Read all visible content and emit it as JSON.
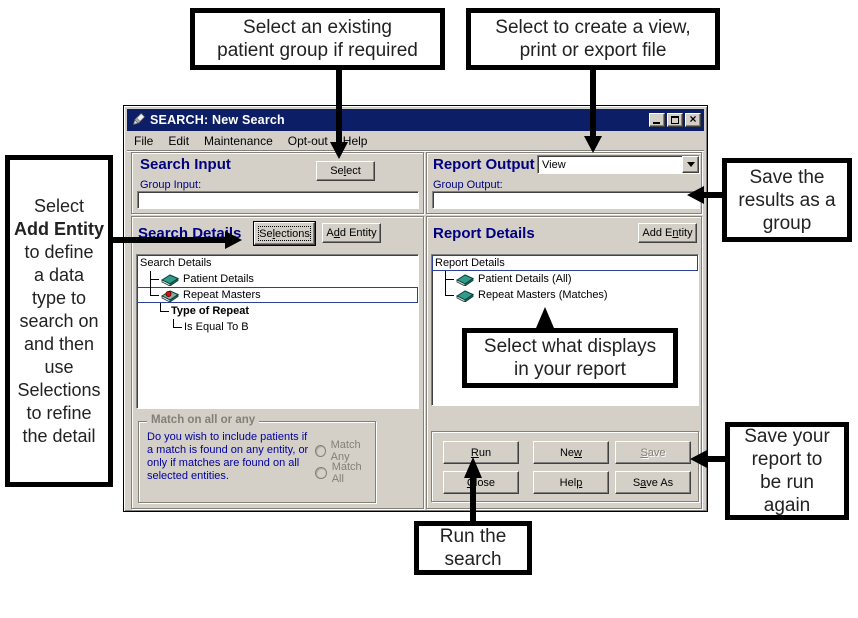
{
  "callouts": {
    "existing_group": {
      "line1": "Select an existing",
      "line2": "patient group if required"
    },
    "create_view": {
      "line1": "Select to create a view,",
      "line2": "print or export file"
    },
    "add_entity": {
      "line1": "Select",
      "bold": "Add Entity",
      "rest": [
        "to define",
        "a data",
        "type to",
        "search on",
        "and then",
        "use",
        "Selections",
        "to refine",
        "the detail"
      ]
    },
    "save_results": {
      "line1": "Save the",
      "line2": "results as a",
      "line3": "group"
    },
    "select_displays": {
      "line1": "Select what displays",
      "line2": "in your report"
    },
    "save_report": {
      "line1": "Save your",
      "line2": "report to",
      "line3": "be run",
      "line4": "again"
    },
    "run_search": {
      "line1": "Run the",
      "line2": "search"
    }
  },
  "window": {
    "title": "SEARCH: New Search",
    "icon": "pen-icon",
    "controls": {
      "minimize": "minimize",
      "maximize": "maximize",
      "close": "×"
    },
    "menu": [
      "File",
      "Edit",
      "Maintenance",
      "Opt-out",
      "Help"
    ]
  },
  "search_input": {
    "header": "Search Input",
    "group_input_label": "Group Input:",
    "group_input_value": "",
    "select_button": {
      "pre": "Se",
      "key": "l",
      "post": "ect"
    }
  },
  "report_output": {
    "header": "Report Output",
    "output_type_value": "View",
    "group_output_label": "Group Output:",
    "group_output_value": ""
  },
  "search_details": {
    "header": "Search Details",
    "selections_button": {
      "pre": "Se",
      "key": "l",
      "post": "ections"
    },
    "add_entity_button": {
      "pre": "A",
      "key": "d",
      "post": "d Entity"
    },
    "tree": {
      "root": "Search Details",
      "items": [
        {
          "label": "Patient Details",
          "icon": "book-icon"
        },
        {
          "label": "Repeat Masters",
          "icon": "book-red-dot-icon",
          "selected": true
        },
        {
          "label": "Type of Repeat",
          "bold": true
        },
        {
          "label": "Is Equal To B"
        }
      ]
    },
    "match_group": {
      "title": "Match on all or any",
      "description": "Do you wish to include patients if a match is found on any entity, or only if matches are found on all selected entities.",
      "radio_any": "Match Any",
      "radio_all": "Match All"
    }
  },
  "report_details": {
    "header": "Report Details",
    "add_entity_button": {
      "pre": "Add E",
      "key": "n",
      "post": "tity"
    },
    "tree": {
      "root": "Report Details",
      "root_selected": true,
      "items": [
        {
          "label": "Patient Details (All)",
          "icon": "book-icon"
        },
        {
          "label": "Repeat Masters (Matches)",
          "icon": "book-icon"
        }
      ]
    },
    "buttons": {
      "run": {
        "pre": "",
        "key": "R",
        "post": "un"
      },
      "new": {
        "pre": "Ne",
        "key": "w",
        "post": ""
      },
      "save": {
        "pre": "",
        "key": "S",
        "post": "ave",
        "disabled": true
      },
      "close": {
        "pre": "",
        "key": "C",
        "post": "lose"
      },
      "help": {
        "pre": "Hel",
        "key": "p",
        "post": ""
      },
      "save_as": {
        "pre": "S",
        "key": "a",
        "post": "ve As"
      }
    }
  },
  "colors": {
    "title_bar": "#0c1f66",
    "header_text": "#000080",
    "body_blue_text": "#0000a0",
    "dialog_bg": "#d4d0c8",
    "tree_icon_teal": "#2f9b8d",
    "disabled_text": "#847f76",
    "selection_outline": "#2b3f9e",
    "callout_border": "#000000"
  }
}
